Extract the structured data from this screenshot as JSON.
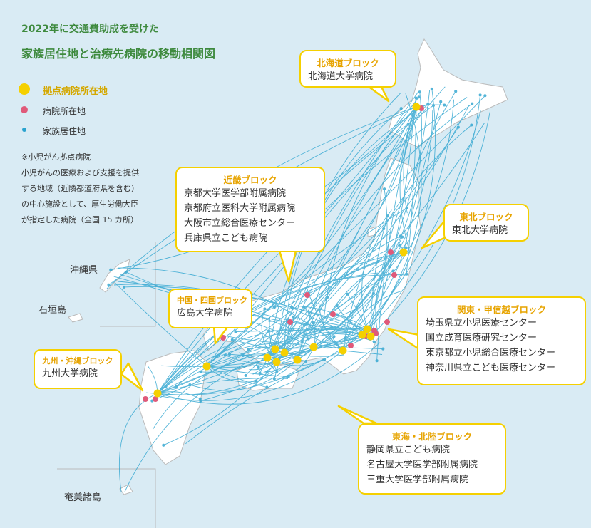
{
  "title": {
    "line1": "2022年に交通費助成を受けた",
    "line2": "家族居住地と治療先病院の移動相関図"
  },
  "legend": {
    "hub": "拠点病院所在地",
    "hospital": "病院所在地",
    "residence": "家族居住地"
  },
  "note": [
    "※小児がん拠点病院",
    "小児がんの医療および支援を提供",
    "する地域（近隣都道府県を含む）",
    "の中心施設として、厚生労働大臣",
    "が指定した病院（全国 15 カ所）"
  ],
  "islands": {
    "okinawa": "沖縄県",
    "ishigaki": "石垣島",
    "amami": "奄美諸島"
  },
  "blocks": {
    "hokkaido": {
      "name": "北海道ブロック",
      "hospitals": [
        "北海道大学病院"
      ]
    },
    "tohoku": {
      "name": "東北ブロック",
      "hospitals": [
        "東北大学病院"
      ]
    },
    "kanto": {
      "name": "関東・甲信越ブロック",
      "hospitals": [
        "埼玉県立小児医療センター",
        "国立成育医療研究センター",
        "東京都立小児総合医療センター",
        "神奈川県立こども医療センター"
      ]
    },
    "tokai": {
      "name": "東海・北陸ブロック",
      "hospitals": [
        "静岡県立こども病院",
        "名古屋大学医学部附属病院",
        "三重大学医学部附属病院"
      ]
    },
    "kinki": {
      "name": "近畿ブロック",
      "hospitals": [
        "京都大学医学部附属病院",
        "京都府立医科大学附属病院",
        "大阪市立総合医療センター",
        "兵庫県立こども病院"
      ]
    },
    "chugoku": {
      "name": "中国・四国ブロック",
      "hospitals": [
        "広島大学病院"
      ]
    },
    "kyushu": {
      "name": "九州・沖縄ブロック",
      "hospitals": [
        "九州大学病院"
      ]
    }
  },
  "colors": {
    "sea": "#d9ebf4",
    "land": "#ffffff",
    "route": "#2aa3cf",
    "hub": "#f5d000",
    "hospital": "#e05a7a",
    "title": "#3e8a3e",
    "block_header": "#e7a400"
  }
}
